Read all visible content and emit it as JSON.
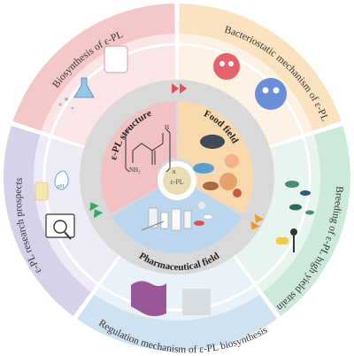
{
  "outer_ring": {
    "top_left": "Biosynthesis of ε-PL",
    "top_right": "Bacteriostatic mechanism of ε-PL",
    "right": "Breeding of ε-PL high yield strain",
    "bottom": "Regulation mechanism of ε-PL biosynthesis",
    "left": "ε-PL research prospects"
  },
  "inner_sectors": {
    "structure": "ε-PL structure",
    "food": "Food field",
    "pharma": "Pharmaceutical field"
  },
  "center": {
    "label": "ε-PL"
  },
  "molecule": {
    "amine_label": "NH₂",
    "subscript_n": "n",
    "superscript_h": "H"
  },
  "icons": {
    "ph_label": "pH"
  },
  "colors": {
    "ring_top_left": "#f4c7c8",
    "ring_top_right": "#fbe3c2",
    "ring_right": "#cde9da",
    "ring_bottom": "#cfe2f2",
    "ring_left": "#d5d3ea",
    "inner_structure": "#f1c1c4",
    "inner_food": "#f7d9ad",
    "inner_pharma": "#bcd6ee",
    "gray_band": "#d9d9d9",
    "arrow_red": "#e4505f",
    "arrow_orange": "#eb9c2b",
    "arrow_green": "#36a565"
  }
}
